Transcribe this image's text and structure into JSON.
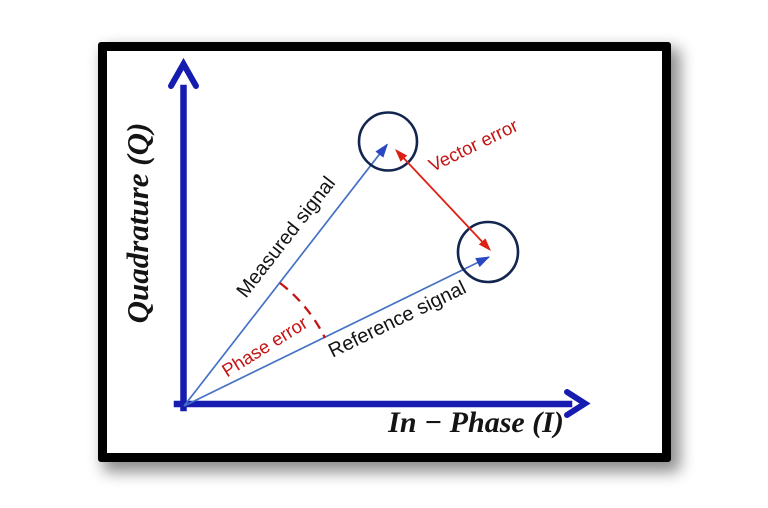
{
  "figure": {
    "y_axis_label": "Quadrature (Q)",
    "x_axis_label": "In − Phase (I)",
    "measured_signal_label": "Measured signal",
    "reference_signal_label": "Reference signal",
    "vector_error_label": "Vector error",
    "phase_error_label": "Phase error"
  },
  "colors": {
    "axis_blue": "#161cb0",
    "signal_blue": "#4472c4",
    "arrow_blue": "#2a46c2",
    "circle_navy": "#12254f",
    "error_red": "#c41414",
    "arrow_red": "#dd2014",
    "label_black": "#141414",
    "frame_black": "#000000",
    "canvas_white": "#ffffff"
  }
}
